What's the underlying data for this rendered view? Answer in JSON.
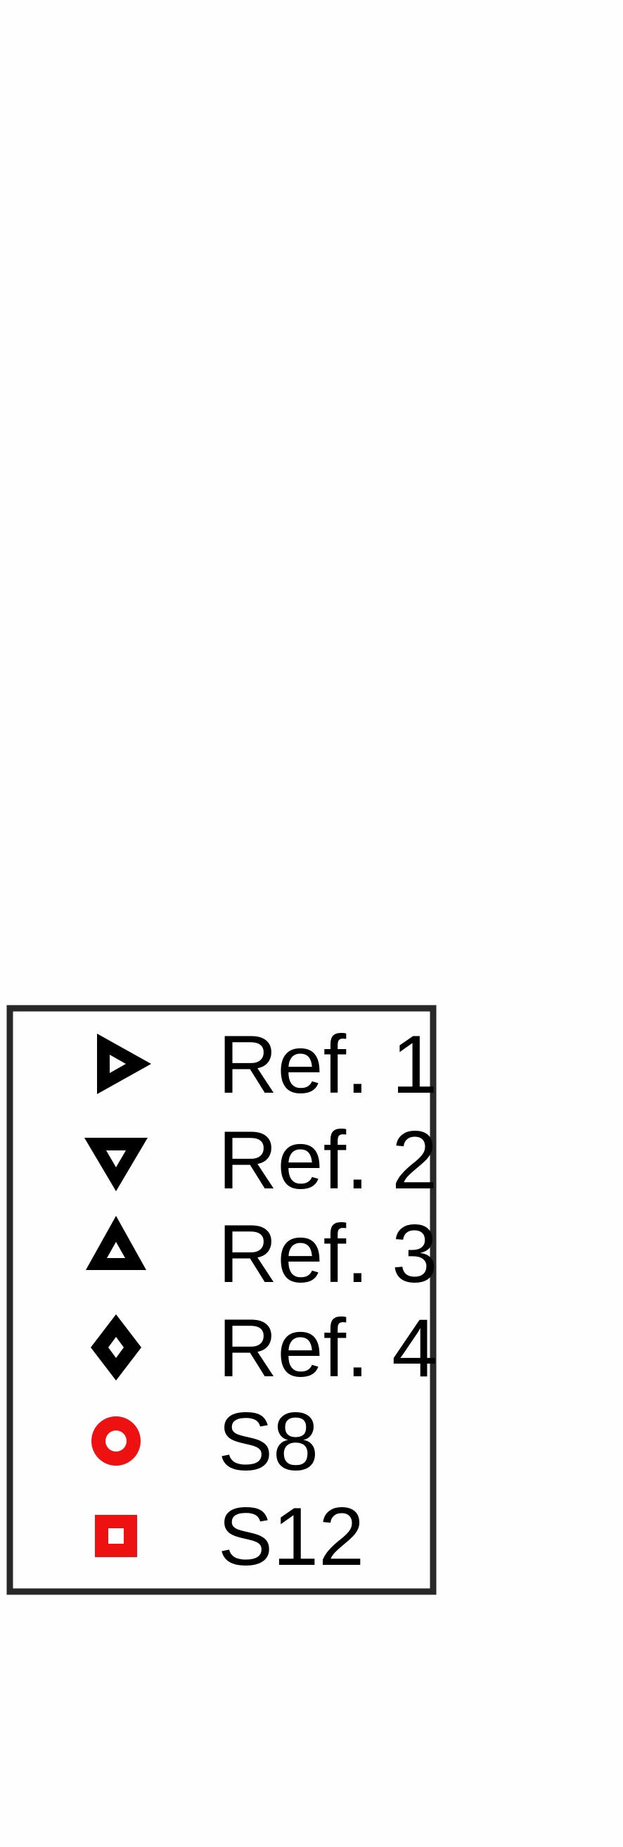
{
  "chart_data": {
    "type": "scatter",
    "legend_placement": "bottom-left",
    "legend": [
      {
        "label": "Ref. 1",
        "marker": "triangle-right",
        "color": "#000000"
      },
      {
        "label": "Ref. 2",
        "marker": "triangle-down",
        "color": "#000000"
      },
      {
        "label": "Ref. 3",
        "marker": "triangle-up",
        "color": "#000000"
      },
      {
        "label": "Ref. 4",
        "marker": "diamond",
        "color": "#000000"
      },
      {
        "label": "S8",
        "marker": "circle",
        "color": "#ee1111"
      },
      {
        "label": "S12",
        "marker": "square",
        "color": "#ee1111"
      }
    ]
  },
  "colors": {
    "frame": "#282828",
    "background": "#fefefe"
  }
}
